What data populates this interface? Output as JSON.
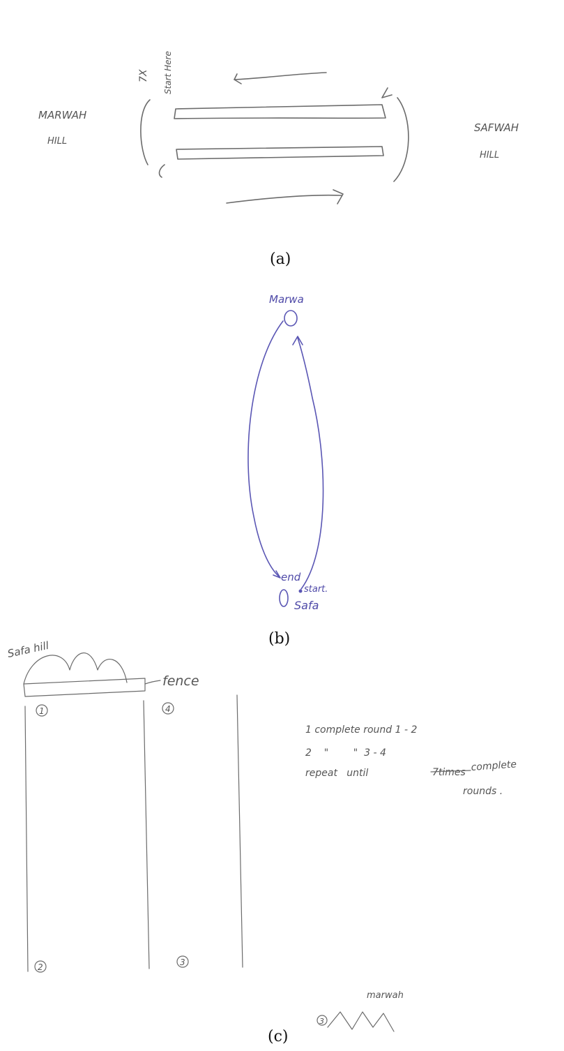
{
  "panel_a": {
    "caption": "(a)",
    "left_hill_line1": "MARWAH",
    "left_hill_line2": "HILL",
    "right_hill_line1": "SAFWAH",
    "right_hill_line2": "HILL",
    "laps": "7X",
    "start": "Start Here"
  },
  "panel_b": {
    "caption": "(b)",
    "top_label": "Marwa",
    "end_label": "end",
    "start_label": "start.",
    "bottom_label": "Safa"
  },
  "panel_c": {
    "caption": "(c)",
    "hill_label": "Safa hill",
    "fence_label": "fence",
    "num_1": "1",
    "num_2": "2",
    "num_3": "3",
    "num_4": "4",
    "marwah_label": "marwah",
    "note_line1": "1 complete round  1 - 2",
    "note_line2": "2    \"        \"  3 - 4",
    "note_line3a": "repeat   until",
    "note_strike": "7times",
    "note_line3b": "complete",
    "note_line4": "rounds ."
  }
}
